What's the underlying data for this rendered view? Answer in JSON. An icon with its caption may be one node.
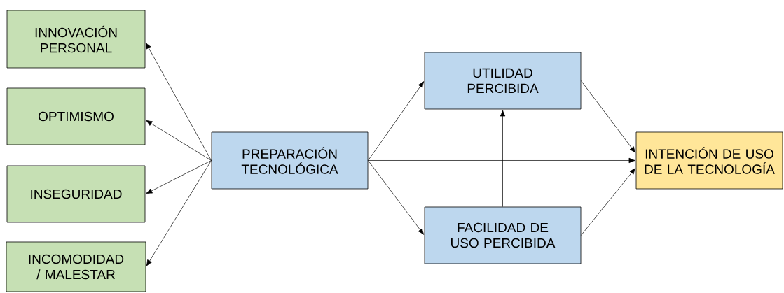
{
  "diagram": {
    "nodes": [
      {
        "text": [
          "INNOVACIÓN PERSONAL"
        ]
      },
      {
        "text": [
          "OPTIMISMO"
        ]
      },
      {
        "text": [
          "INSEGURIDAD"
        ]
      },
      {
        "text": [
          "INCOMODIDAD / MALESTAR"
        ]
      },
      {
        "text": [
          "PREPARACIÓN TECNOLÓGICA"
        ]
      },
      {
        "text": [
          "UTILIDAD PERCIBIDA"
        ]
      },
      {
        "text": [
          "FACILIDAD DE USO PERCIBIDA"
        ]
      },
      {
        "text": [
          "INTENCIÓN DE USO DE LA TECNOLOGÍA"
        ]
      }
    ],
    "edges": [
      {
        "from": 4,
        "to": 0,
        "arrow": "to"
      },
      {
        "from": 4,
        "to": 1,
        "arrow": "to"
      },
      {
        "from": 4,
        "to": 2,
        "arrow": "to"
      },
      {
        "from": 4,
        "to": 3,
        "arrow": "to"
      },
      {
        "from": 4,
        "to": 5,
        "arrow": "to"
      },
      {
        "from": 4,
        "to": 6,
        "arrow": "to"
      },
      {
        "from": 4,
        "to": 7,
        "arrow": "to"
      },
      {
        "from": 6,
        "to": 5,
        "arrow": "to"
      },
      {
        "from": 5,
        "to": 7,
        "arrow": "to"
      },
      {
        "from": 6,
        "to": 7,
        "arrow": "to"
      }
    ]
  }
}
